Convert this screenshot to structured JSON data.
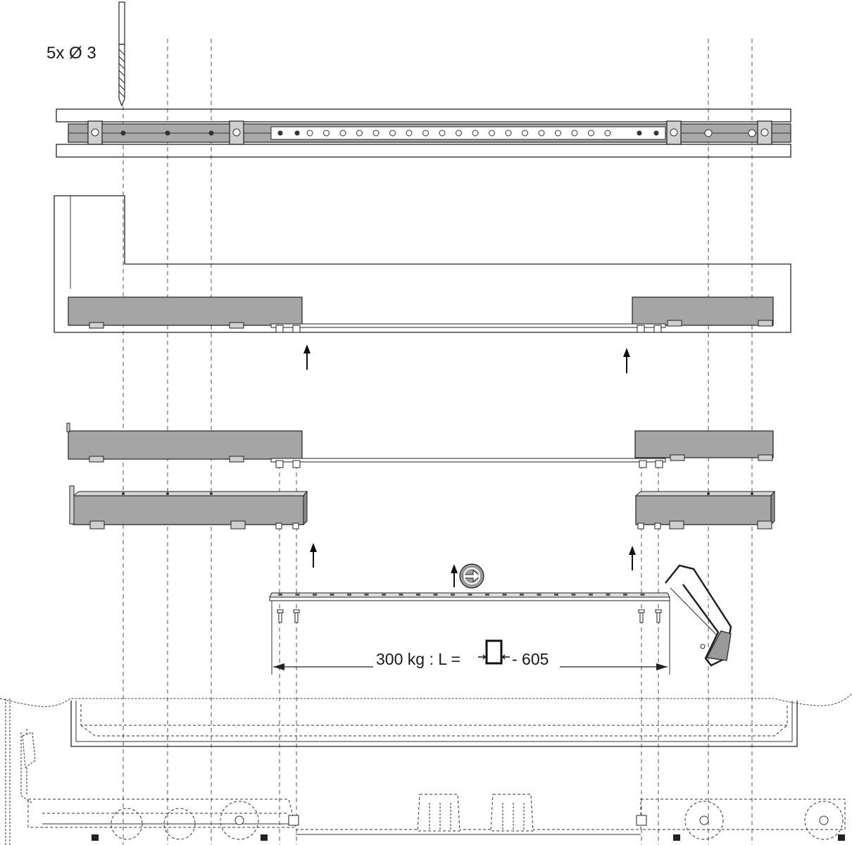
{
  "drill": {
    "label": "5x Ø 3"
  },
  "dimension": {
    "prefix": "300 kg : L =",
    "suffix": "- 605"
  },
  "icons": [
    "drill-bit-icon",
    "arrow-up-icon",
    "wrench-icon",
    "hacksaw-icon",
    "screw-icon"
  ]
}
